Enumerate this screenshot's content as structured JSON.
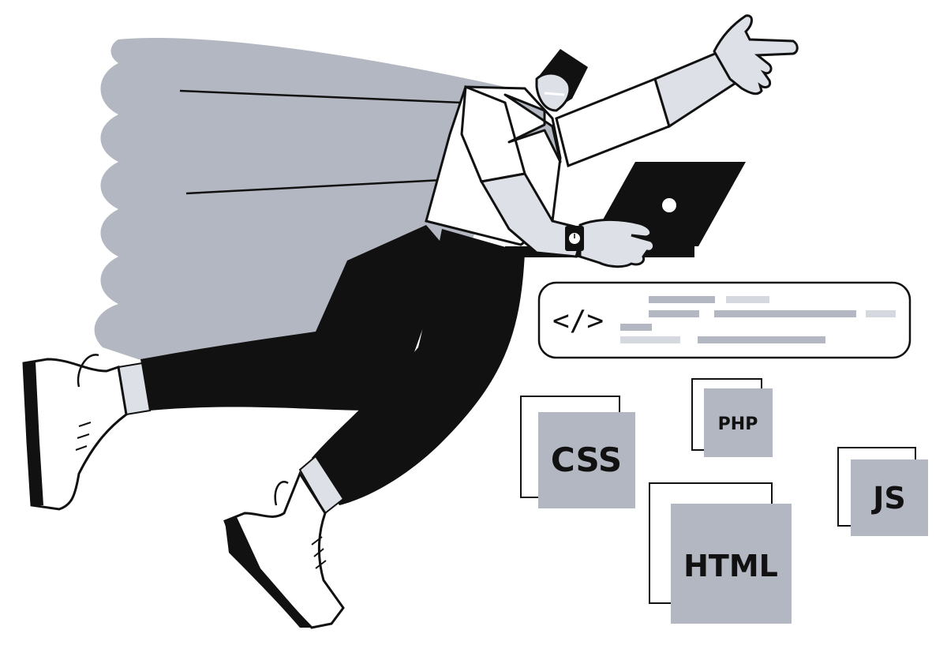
{
  "colors": {
    "ink": "#111111",
    "gray_fill": "#b3b7c1",
    "light_gray": "#d5d8de",
    "skin": "#dde0e6",
    "white": "#ffffff"
  },
  "code_snippet": {
    "icon": "code-tag-icon",
    "glyph": "</>"
  },
  "tech_tags": [
    {
      "id": "css",
      "label": "CSS"
    },
    {
      "id": "php",
      "label": "PHP"
    },
    {
      "id": "html",
      "label": "HTML"
    },
    {
      "id": "js",
      "label": "JS"
    }
  ],
  "character": {
    "icons": [
      "cape-icon",
      "laptop-icon",
      "wristwatch-icon",
      "sneaker-icon",
      "neckerchief-icon"
    ]
  }
}
